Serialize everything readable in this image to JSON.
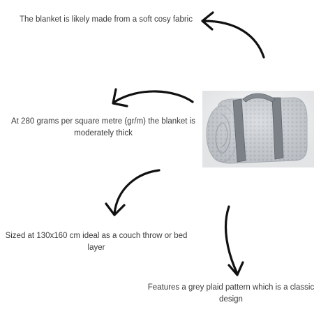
{
  "captions": {
    "fabric": "The blanket is likely made from a soft cosy fabric",
    "thickness": "At 280 grams per square metre (gr/m) the blanket is moderately thick",
    "size": "Sized at 130x160 cm ideal as a couch throw or bed layer",
    "pattern": "Features a grey plaid pattern which is a classic design"
  },
  "product_image": {
    "subject": "rolled grey fleece blanket with carry strap",
    "colors": {
      "fabric": "#c9cdd2",
      "fabric_shadow": "#a9aeb4",
      "strap": "#7b8187",
      "strap_dark": "#60666c"
    }
  },
  "arrows": {
    "color": "#111111"
  }
}
